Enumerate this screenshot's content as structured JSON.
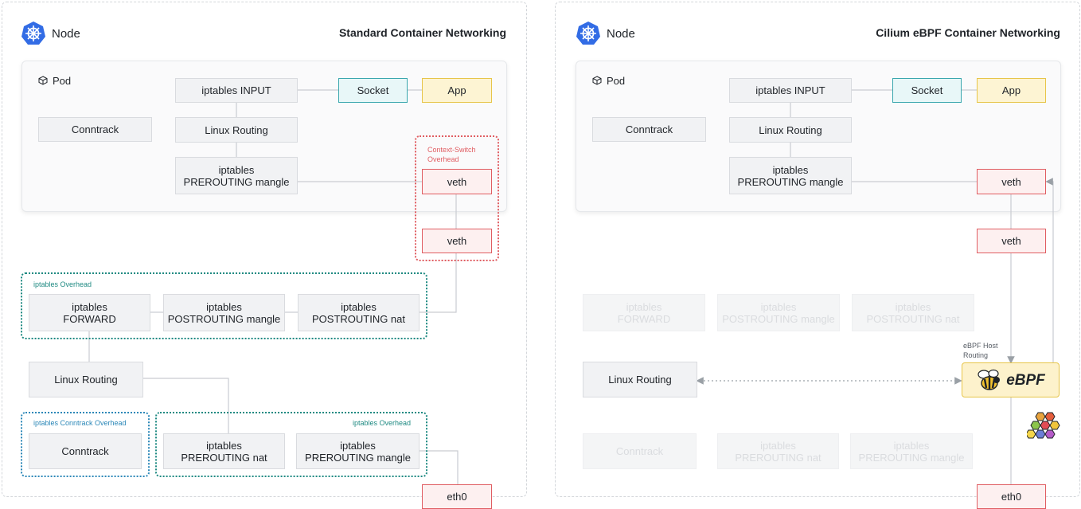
{
  "left": {
    "title": "Standard Container Networking",
    "node_label": "Node",
    "pod_label": "Pod",
    "boxes": {
      "iptables_input": "iptables INPUT",
      "socket": "Socket",
      "app": "App",
      "conntrack_pod": "Conntrack",
      "linux_routing_pod": "Linux Routing",
      "prerouting_mangle_pod": "iptables\nPREROUTING mangle",
      "veth_pod": "veth",
      "veth_host": "veth",
      "forward": "iptables\nFORWARD",
      "postrouting_mangle": "iptables\nPOSTROUTING mangle",
      "postrouting_nat": "iptables\nPOSTROUTING nat",
      "linux_routing_host": "Linux Routing",
      "conntrack_host": "Conntrack",
      "prerouting_nat": "iptables\nPREROUTING nat",
      "prerouting_mangle_host": "iptables\nPREROUTING mangle",
      "eth0": "eth0"
    },
    "zones": {
      "context_switch": "Context-Switch\nOverhead",
      "iptables_overhead_top": "iptables Overhead",
      "conntrack_overhead": "iptables Conntrack Overhead",
      "iptables_overhead_bottom": "iptables Overhead"
    }
  },
  "right": {
    "title": "Cilium eBPF Container Networking",
    "node_label": "Node",
    "pod_label": "Pod",
    "boxes": {
      "iptables_input": "iptables INPUT",
      "socket": "Socket",
      "app": "App",
      "conntrack_pod": "Conntrack",
      "linux_routing_pod": "Linux Routing",
      "prerouting_mangle_pod": "iptables\nPREROUTING mangle",
      "veth_pod": "veth",
      "veth_host": "veth",
      "forward": "iptables\nFORWARD",
      "postrouting_mangle": "iptables\nPOSTROUTING mangle",
      "postrouting_nat": "iptables\nPOSTROUTING nat",
      "linux_routing_host": "Linux Routing",
      "ebpf": "eBPF",
      "conntrack_host": "Conntrack",
      "prerouting_nat": "iptables\nPREROUTING nat",
      "prerouting_mangle_host": "iptables\nPREROUTING mangle",
      "eth0": "eth0"
    },
    "ebpf_host_routing_label": "eBPF Host\nRouting"
  },
  "colors": {
    "kubernetes_blue": "#326ce5",
    "overhead_red": "#e05d62",
    "overhead_green": "#1f8a82",
    "overhead_blue": "#2c88b8",
    "socket_teal": "#3aa7ae",
    "app_yellow": "#e7c54a"
  },
  "icons": {
    "node": "kubernetes-helm-wheel-icon",
    "pod": "cube-icon",
    "ebpf": "bee-icon",
    "cilium": "hexagon-cluster-icon"
  }
}
